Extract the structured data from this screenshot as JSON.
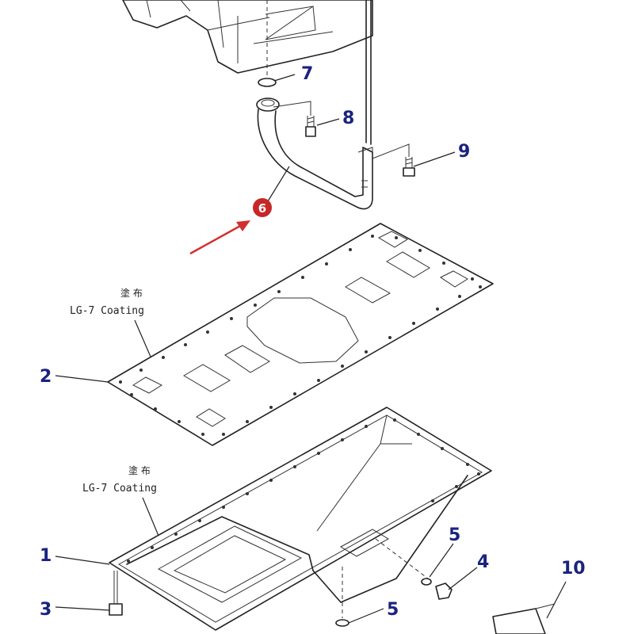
{
  "diagram": {
    "callouts": [
      {
        "id": "1",
        "label": "1"
      },
      {
        "id": "2",
        "label": "2"
      },
      {
        "id": "3",
        "label": "3"
      },
      {
        "id": "4",
        "label": "4"
      },
      {
        "id": "5a",
        "label": "5"
      },
      {
        "id": "5b",
        "label": "5"
      },
      {
        "id": "6",
        "label": "6"
      },
      {
        "id": "7",
        "label": "7"
      },
      {
        "id": "8",
        "label": "8"
      },
      {
        "id": "9",
        "label": "9"
      },
      {
        "id": "10",
        "label": "10"
      }
    ],
    "notes": {
      "gasket_jp": "塗 布",
      "gasket_en": "LG-7 Coating",
      "pan_jp": "塗 布",
      "pan_en": "LG-7 Coating"
    },
    "highlight": {
      "part": "6",
      "color": "#c62828"
    },
    "colors": {
      "callout_text": "#1a237e",
      "arrow": "#d32f2f",
      "line_art": "#222222"
    }
  }
}
